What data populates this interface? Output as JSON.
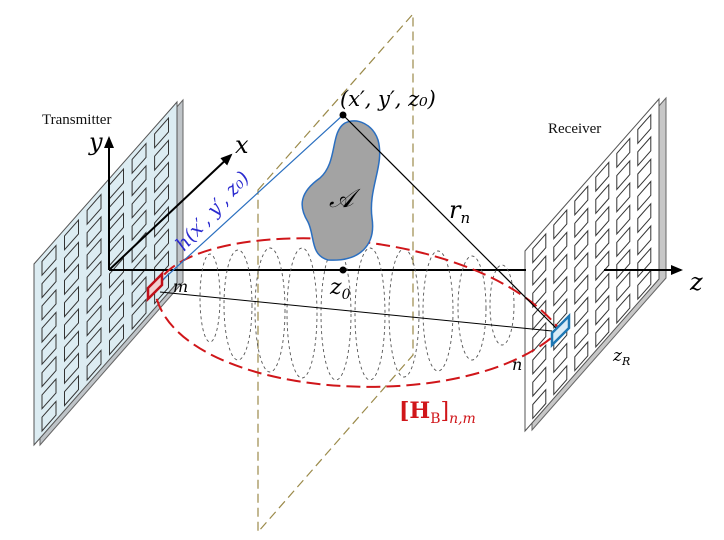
{
  "labels": {
    "transmitter": "Transmitter",
    "receiver": "Receiver",
    "axis_x": "x",
    "axis_y": "y",
    "axis_z": "z",
    "point": "(x′, y′, z₀)",
    "h_label": "h(x′, y′, z₀)",
    "r_n": "r",
    "r_n_sub": "n",
    "scatterer": "𝒜",
    "z0": "z",
    "z0_sub": "0",
    "zR": "z",
    "zR_sub": "R",
    "m": "m",
    "n": "n",
    "HB_main": "[H",
    "HB_sub1": "B",
    "HB_close": "]",
    "HB_sub2": "n,m"
  },
  "colors": {
    "tx_panel": "#dcecf2",
    "rx_panel": "#ffffff",
    "ellipse": "#d0161a",
    "h_line": "#2a6fbf",
    "h_text": "#2a2acf",
    "plane": "#9b8a4a",
    "scatterer_fill": "#a3a3a3",
    "scatterer_edge": "#2b6fc0",
    "tx_element": "#c0101a",
    "rx_element": "#1f78b4"
  }
}
